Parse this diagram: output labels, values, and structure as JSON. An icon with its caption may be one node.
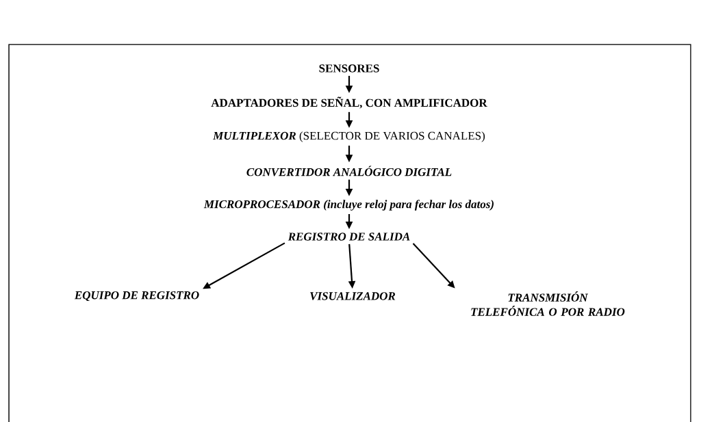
{
  "diagram": {
    "nodes": [
      {
        "text": [
          "SENSORES"
        ]
      },
      {
        "text": [
          "ADAPTADORES DE SEÑAL, CON AMPLIFICADOR"
        ]
      },
      {
        "text": [
          "**MULTIPLEXOR** (SELECTOR DE VARIOS CANALES)"
        ]
      },
      {
        "text": [
          "CONVERTIDOR ANALÓGICO DIGITAL"
        ]
      },
      {
        "text": [
          "MICROPROCESADOR (incluye reloj para fechar los datos)"
        ]
      },
      {
        "text": [
          "REGISTRO DE SALIDA"
        ]
      },
      {
        "text": [
          "EQUIPO DE REGISTRO"
        ]
      },
      {
        "text": [
          "VISUALIZADOR"
        ]
      },
      {
        "text": [
          "TRANSMISIÓN TELEFÓNICA O POR RADIO"
        ]
      }
    ],
    "edges": [
      {
        "from": 0,
        "to": 1,
        "arrow": "to"
      },
      {
        "from": 1,
        "to": 2,
        "arrow": "to"
      },
      {
        "from": 2,
        "to": 3,
        "arrow": "to"
      },
      {
        "from": 3,
        "to": 4,
        "arrow": "to"
      },
      {
        "from": 4,
        "to": 5,
        "arrow": "to"
      },
      {
        "from": 5,
        "to": 6,
        "arrow": "to"
      },
      {
        "from": 5,
        "to": 7,
        "arrow": "to"
      },
      {
        "from": 5,
        "to": 8,
        "arrow": "to"
      }
    ]
  }
}
